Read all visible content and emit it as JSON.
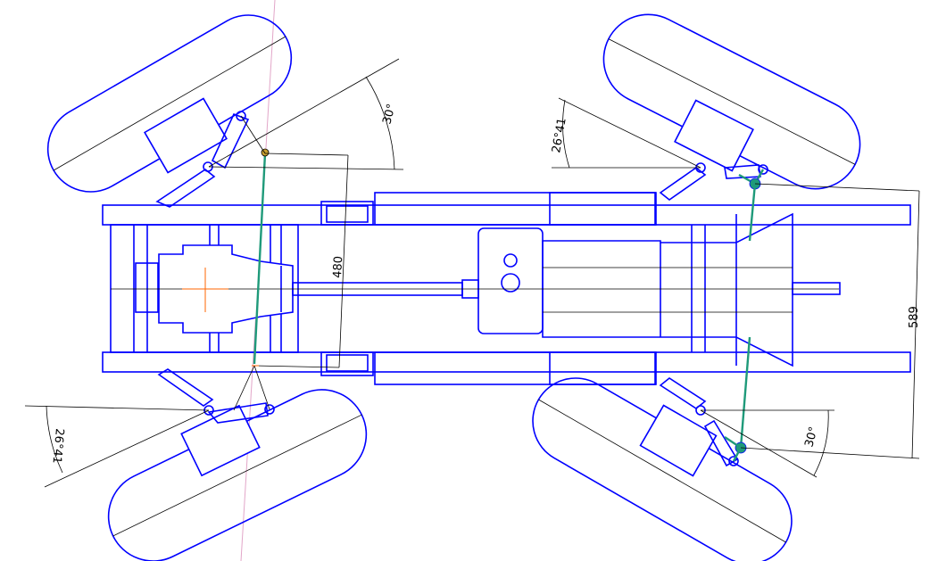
{
  "drawing": {
    "background": "#ffffff",
    "line_color": "#0000ff",
    "linkage_color": "#1f9a7a",
    "dimension_color": "#000000",
    "centerline_color": "#e2a6c8",
    "axis_mark_color": "#ff6600"
  },
  "dimensions": {
    "angle_front_left": "30°",
    "angle_front_right": "26°41",
    "angle_rear_left": "26°41",
    "angle_rear_right": "30°",
    "track_front": "480",
    "track_rear": "589"
  }
}
